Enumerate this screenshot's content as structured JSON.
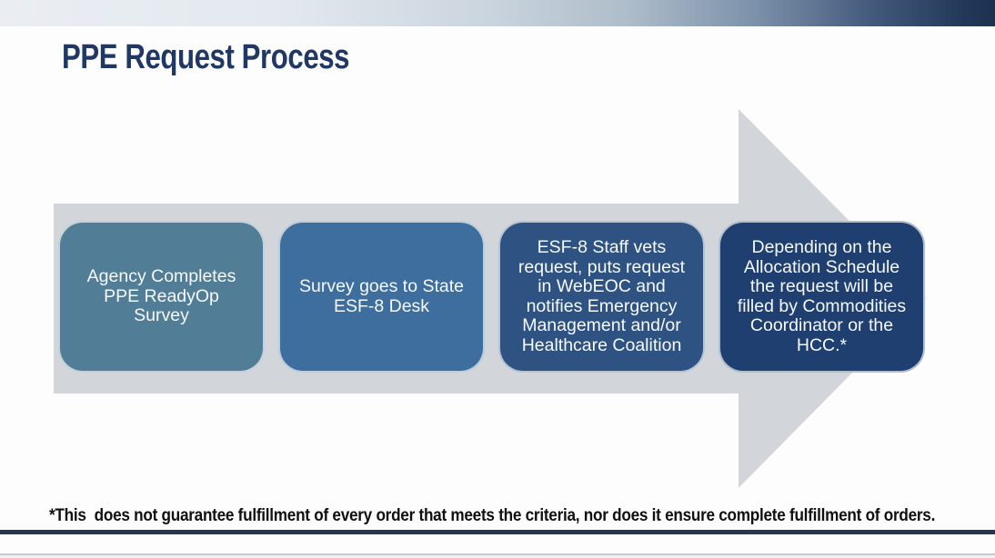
{
  "slide": {
    "title": "PPE Request Process",
    "footnote": "*This  does not guarantee fulfillment of every order that meets the criteria, nor does it ensure complete fulfillment of orders."
  },
  "process": {
    "arrow_direction": "right",
    "steps": [
      {
        "order": 1,
        "text": "Agency Completes\nPPE ReadyOp\nSurvey",
        "color": "#527d96"
      },
      {
        "order": 2,
        "text": "Survey goes to State\nESF-8 Desk",
        "color": "#3e6e9e"
      },
      {
        "order": 3,
        "text": "ESF-8 Staff vets\nrequest, puts request\nin WebEOC and\nnotifies Emergency\nManagement and/or\nHealthcare Coalition",
        "color": "#2e5383"
      },
      {
        "order": 4,
        "text": "Depending on the\nAllocation Schedule\nthe request will be\nfilled by Commodities\nCoordinator or the\nHCC.*",
        "color": "#1f3f70"
      }
    ]
  },
  "colors": {
    "title_text": "#1f3864",
    "arrow_fill": "#d2d6da",
    "topbar_gradient_start": "#eaeef3",
    "topbar_gradient_end": "#1d3150",
    "footer_rule": "#25384e",
    "bottom_line": "#c4cad0",
    "step_text": "#f6f9fb",
    "footnote_text": "#101010"
  }
}
